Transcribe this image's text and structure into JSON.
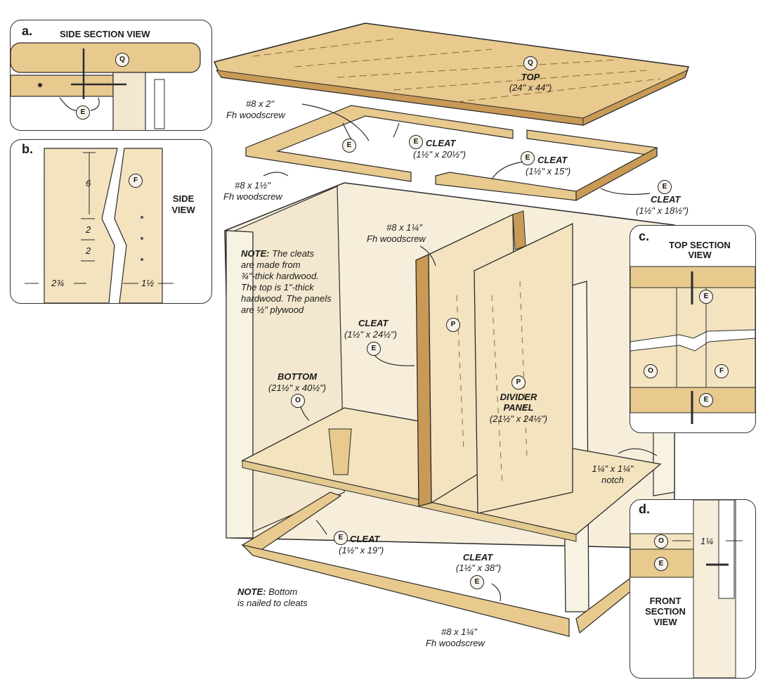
{
  "views": {
    "a": {
      "letter": "a.",
      "title": "SIDE SECTION VIEW",
      "q": "Q",
      "e": "E"
    },
    "b": {
      "letter": "b.",
      "title_line1": "SIDE",
      "title_line2": "VIEW",
      "f": "F",
      "dim_6": "6",
      "dim_2a": "2",
      "dim_2b": "2",
      "dim_left": "2¾",
      "dim_right": "1½"
    },
    "c": {
      "letter": "c.",
      "title_line1": "TOP SECTION",
      "title_line2": "VIEW",
      "e_top": "E",
      "e_bottom": "E",
      "o": "O",
      "f": "F"
    },
    "d": {
      "letter": "d.",
      "title_line1": "FRONT",
      "title_line2": "SECTION",
      "title_line3": "VIEW",
      "o": "O",
      "e": "E",
      "dim": "1¼"
    }
  },
  "parts": {
    "top": {
      "circle": "Q",
      "name": "TOP",
      "size": "(24\" x 44\")"
    },
    "screw_top": {
      "line1": "#8 x 2\"",
      "line2": "Fh woodscrew"
    },
    "cleat_a": {
      "circle": "E",
      "name": "CLEAT",
      "size": "(1½\" x 20½\")"
    },
    "cleat_b": {
      "circle": "E",
      "name": "CLEAT",
      "size": "(1½\" x 15\")"
    },
    "cleat_c": {
      "circle": "E",
      "name": "CLEAT",
      "size": "(1½\" x 18½\")"
    },
    "cleat_left_circle": "E",
    "screw_mid": {
      "line1": "#8 x 1½\"",
      "line2": "Fh woodscrew"
    },
    "screw_divider": {
      "line1": "#8 x 1¼\"",
      "line2": "Fh woodscrew"
    },
    "note_cleats": {
      "bold": "NOTE:",
      "line1": " The cleats",
      "line2": "are made from",
      "line3": "¾\"-thick hardwood.",
      "line4": "The top is 1\"-thick",
      "line5": "hardwood. The panels",
      "line6": "are ½\" plywood"
    },
    "cleat_vert": {
      "circle": "E",
      "name": "CLEAT",
      "size": "(1½\" x 24½\")"
    },
    "panel_p_upper": "P",
    "divider": {
      "circle": "P",
      "name_line1": "DIVIDER",
      "name_line2": "PANEL",
      "size": "(21½\" x 24½\")"
    },
    "bottom": {
      "circle": "O",
      "name": "BOTTOM",
      "size": "(21½\" x 40½\")"
    },
    "notch": {
      "line1": "1¼\" x 1¼\"",
      "line2": "notch"
    },
    "cleat_bottom_left": {
      "circle": "E",
      "name": "CLEAT",
      "size": "(1½\" x 19\")"
    },
    "cleat_bottom_long": {
      "circle": "E",
      "name": "CLEAT",
      "size": "(1½\" x 38\")"
    },
    "note_bottom": {
      "bold": "NOTE:",
      "line1": " Bottom",
      "line2": "is nailed to cleats"
    },
    "screw_bottom": {
      "line1": "#8 x 1¼\"",
      "line2": "Fh woodscrew"
    }
  },
  "colors": {
    "wood": "#e8c98e",
    "wood_dark": "#c99a55",
    "ply": "#f3e3bf",
    "cabinet": "#f6eedb",
    "line": "#2b2b2b"
  }
}
